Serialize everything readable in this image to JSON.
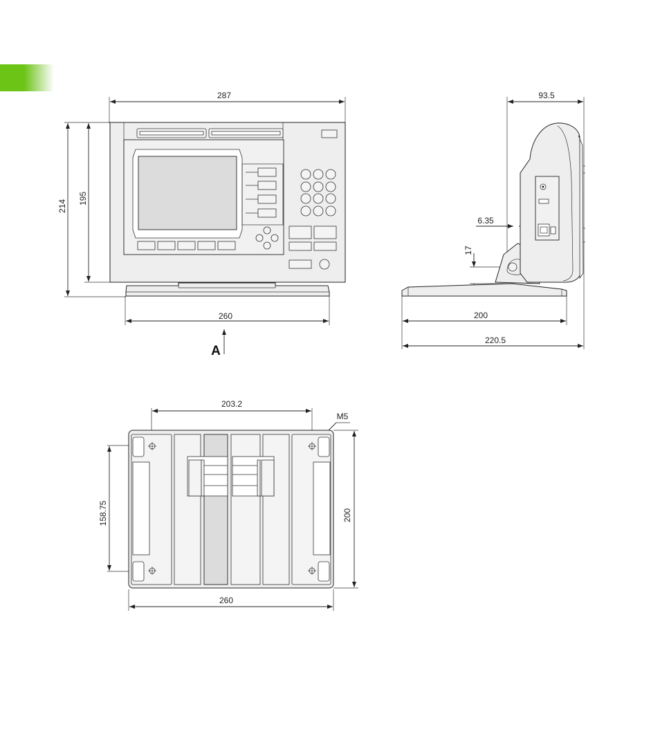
{
  "colors": {
    "tab_accent": "#6cc417",
    "line": "#222222",
    "body_fill": "#eeeeee"
  },
  "front_view": {
    "width_label": "287",
    "height_total_label": "214",
    "height_body_label": "195",
    "base_width_label": "260",
    "view_marker": "A"
  },
  "side_view": {
    "depth_label": "93.5",
    "offset_label": "6.35",
    "pivot_height_label": "17",
    "base_depth_label": "200",
    "overall_depth_label": "220.5"
  },
  "bottom_view": {
    "hole_spacing_x_label": "203.2",
    "thread_label": "M5",
    "hole_spacing_y_label": "158.75",
    "depth_label": "200",
    "width_label": "260"
  }
}
